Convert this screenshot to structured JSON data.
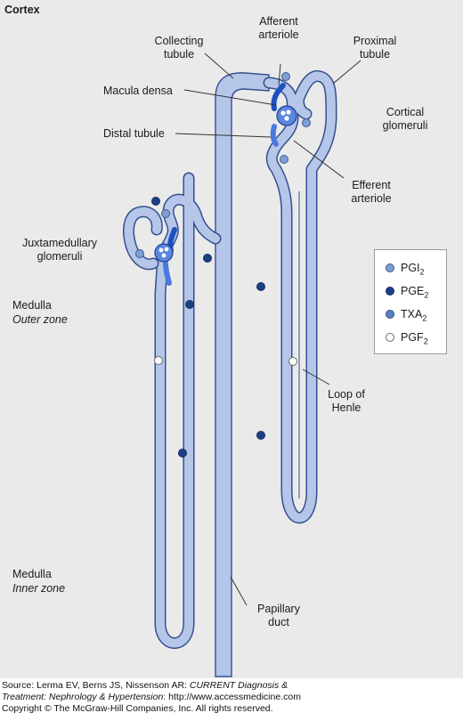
{
  "labels": {
    "cortex": "Cortex",
    "afferent_arteriole": "Afferent arteriole",
    "collecting_tubule": "Collecting tubule",
    "proximal_tubule": "Proximal tubule",
    "macula_densa": "Macula densa",
    "cortical_glomeruli": "Cortical glomeruli",
    "distal_tubule": "Distal tubule",
    "efferent_arteriole": "Efferent arteriole",
    "juxtamedullary_glomeruli": "Juxtamedullary glomeruli",
    "medulla_outer": "Medulla",
    "outer_zone": "Outer zone",
    "loop_of_henle": "Loop of Henle",
    "medulla_inner": "Medulla",
    "inner_zone": "Inner zone",
    "papillary_duct": "Papillary duct"
  },
  "legend": [
    {
      "base": "PGI",
      "sub": "2",
      "color": "#7f9fd2",
      "stroke": "#3a5a9a"
    },
    {
      "base": "PGE",
      "sub": "2",
      "color": "#1d3f86",
      "stroke": "#142e66"
    },
    {
      "base": "TXA",
      "sub": "2",
      "color": "#5d7fbf",
      "stroke": "#2f4f8f"
    },
    {
      "base": "PGF",
      "sub": "2",
      "color": "#ffffff",
      "stroke": "#6a6a6a"
    }
  ],
  "footer": {
    "source_prefix": "Source: Lerma EV, Berns JS, Nissenson AR: ",
    "book_title_1": "CURRENT Diagnosis &",
    "book_title_2": "Treatment: Nephrology & Hypertension",
    "source_suffix": ": http://www.accessmedicine.com",
    "copyright": "Copyright © The McGraw-Hill Companies, Inc. All rights reserved."
  },
  "colors": {
    "tubule_fill": "#b5c6e9",
    "tubule_stroke": "#34508d",
    "arteriole": "#1f4fc0",
    "background": "#eaeaea"
  }
}
